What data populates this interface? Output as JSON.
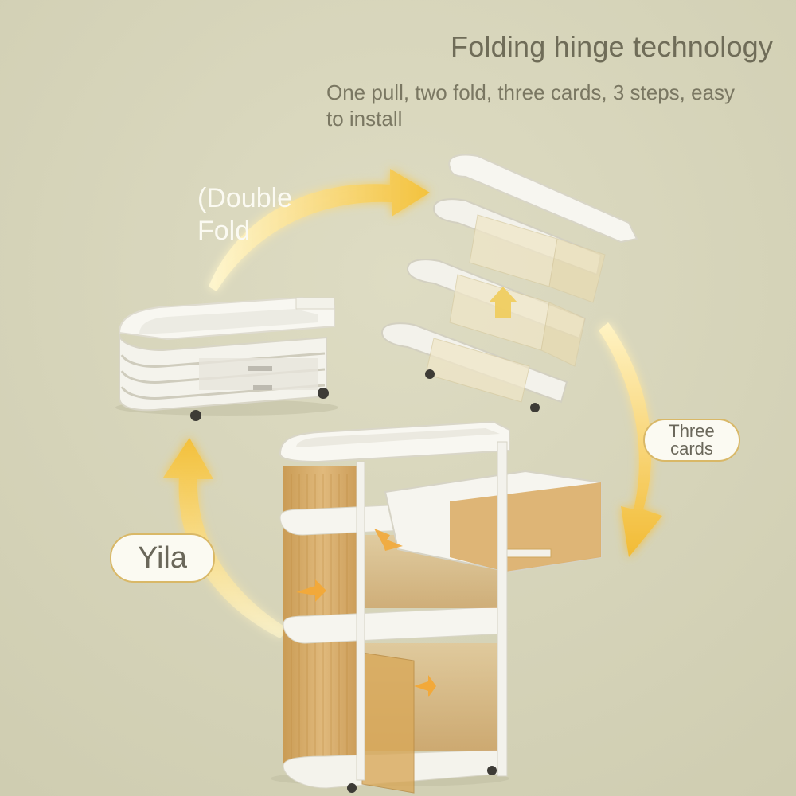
{
  "header": {
    "title": "Folding hinge technology",
    "subtitle_line1": "One pull, two fold, three cards, 3 steps, easy",
    "subtitle_line2": "to install"
  },
  "labels": {
    "double_fold_line1": "(Double",
    "double_fold_line2": "Fold",
    "three_cards_line1": "Three",
    "three_cards_line2": "cards",
    "yila": "Yila"
  },
  "colors": {
    "background": "#d8d6bb",
    "arrow_glow": "#f4c542",
    "amber_panel": "#d6a95c",
    "white_frame": "#f7f5ee"
  }
}
